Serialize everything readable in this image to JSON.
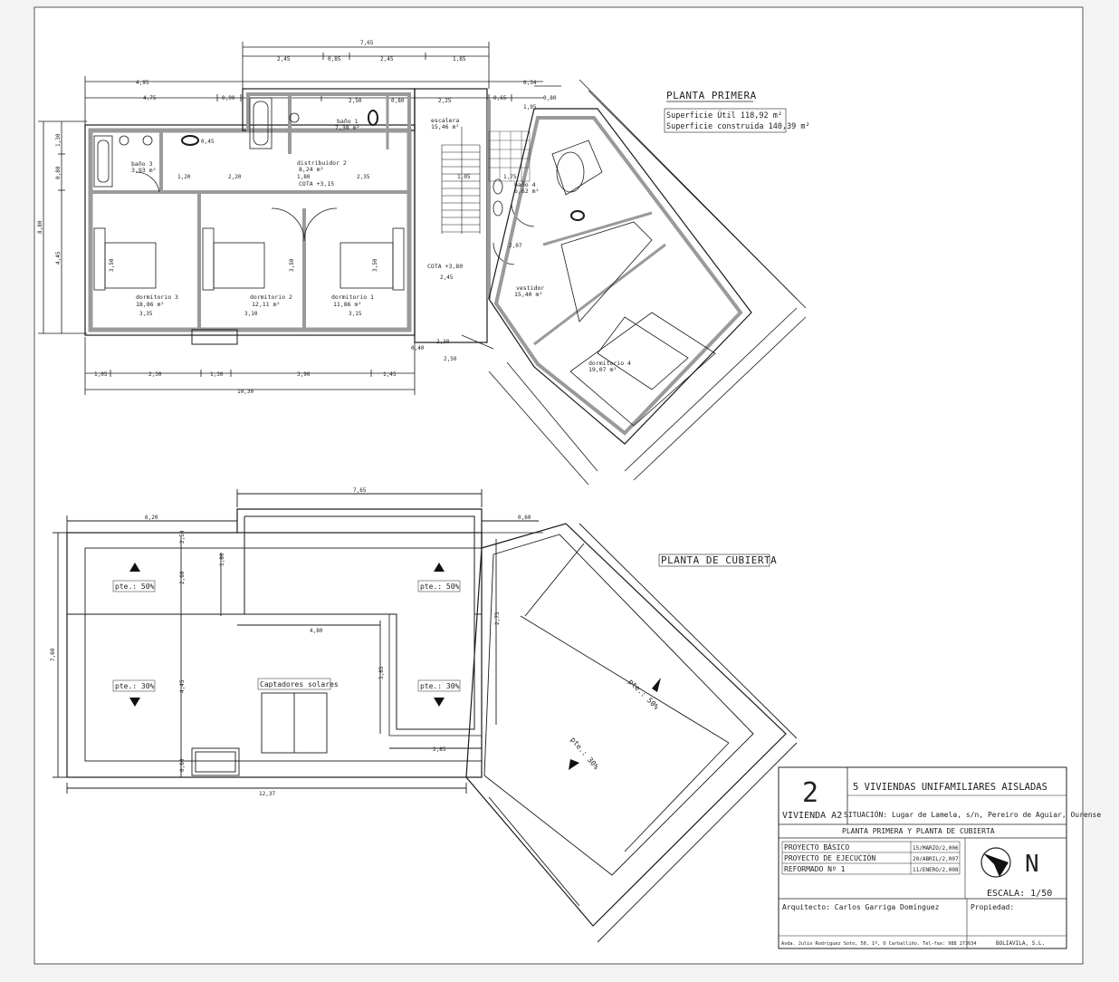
{
  "colors": {
    "paper": "#ffffff",
    "line": "#1a1a1a",
    "wall": "#9a9a9a",
    "frame": "#444444"
  },
  "planta_primera": {
    "title": "PLANTA PRIMERA",
    "sup_util": "Superficie Útil 118,92 m²",
    "sup_construida": "Superficie construida 140,39 m²",
    "rooms": {
      "bano1": "baño 1",
      "bano1_area": "7,38 m²",
      "bano3": "baño 3",
      "bano3_area": "3,93 m²",
      "bano4": "baño 4",
      "bano4_area": "6,62 m²",
      "escalera": "escalera",
      "escalera_area": "15,46 m²",
      "distribuidor": "distribuidor 2",
      "distribuidor_area": "8,24 m²",
      "cota1": "COTA +3,15",
      "cota2": "COTA +3,80",
      "dorm3": "dormitorio 3",
      "dorm3_area": "18,86 m²",
      "dorm2": "dormitorio 2",
      "dorm2_area": "12,11 m²",
      "dorm1": "dormitorio 1",
      "dorm1_area": "11,86 m²",
      "vestidor": "vestidor",
      "vestidor_area": "15,40 m²",
      "dorm4": "dormitorio 4",
      "dorm4_area": "19,07 m²"
    },
    "dims": {
      "top_total": "7,65",
      "top_a": "2,45",
      "top_b": "0,85",
      "top_c": "2,45",
      "top_d": "1,85",
      "row2_a": "4,95",
      "row2_b": "0,34",
      "row3_a": "4,75",
      "row3_b": "0,90",
      "row3_c": "2,50",
      "row3_d": "0,80",
      "row3_e": "2,25",
      "row3_f": "0,65",
      "row3_g": "0,80",
      "bottom_total": "10,30",
      "bottom_a": "1,05",
      "bottom_b": "2,30",
      "bottom_c": "1,30",
      "bottom_d": "3,90",
      "bottom_e": "1,45",
      "left_total": "8,80",
      "left_a": "1,30",
      "left_b": "0,80",
      "left_c": "4,45",
      "d_120": "1,20",
      "d_220": "2,20",
      "d_235": "2,35",
      "d_105": "1,05",
      "d_180": "1,80",
      "d_335": "3,35",
      "d_310": "3,10",
      "d_315": "3,15",
      "d_350": "3,50",
      "d_245": "2,45",
      "d_175": "1,75",
      "d_207": "2,07",
      "d_250": "2,50",
      "d_230": "2,30",
      "d_045": "0,45",
      "d_090": "0,90",
      "d_040": "0,40",
      "d_195": "1,95"
    }
  },
  "planta_cubierta": {
    "title": "PLANTA DE CUBIERTA",
    "pte50": "pte.: 50%",
    "pte30": "pte.: 30%",
    "captadores": "Captadores solares",
    "dims": {
      "top_total": "7,65",
      "top_left": "6,20",
      "top_right": "0,60",
      "bottom_total": "12,37",
      "left_total": "7,60",
      "inner_top": "4,80",
      "inner_bottom": "2,85",
      "v_250": "2,50",
      "v_445": "4,45",
      "v_180": "1,80",
      "v_060": "0,60",
      "v_275": "2,75",
      "v_260": "2,60",
      "v_385": "3,85"
    }
  },
  "title_block": {
    "number": "2",
    "vivienda": "VIVIENDA A2",
    "project": "5 VIVIENDAS UNIFAMILIARES AISLADAS",
    "situacion": "SITUACIÓN: Lugar de Lamela, s/n, Pereiro de Aguiar, Ourense",
    "plano": "PLANTA PRIMERA Y PLANTA DE CUBIERTA",
    "rows": [
      {
        "label": "PROYECTO BÁSICO",
        "date": "15/MARZO/2,006"
      },
      {
        "label": "PROYECTO DE EJECUCIÓN",
        "date": "20/ABRIL/2,007"
      },
      {
        "label": "REFORMADO Nº 1",
        "date": "11/ENERO/2,008"
      }
    ],
    "north": "N",
    "escala": "ESCALA: 1/50",
    "arquitecto": "Arquitecto: Carlos Garriga Domínguez",
    "propiedad": "Propiedad:",
    "direccion": "Avda. Julio Rodríguez Soto, 50, 1º, O Carballiño. Tel-fax: 988 273634",
    "propietario": "BOLIAVILA, S.L."
  }
}
